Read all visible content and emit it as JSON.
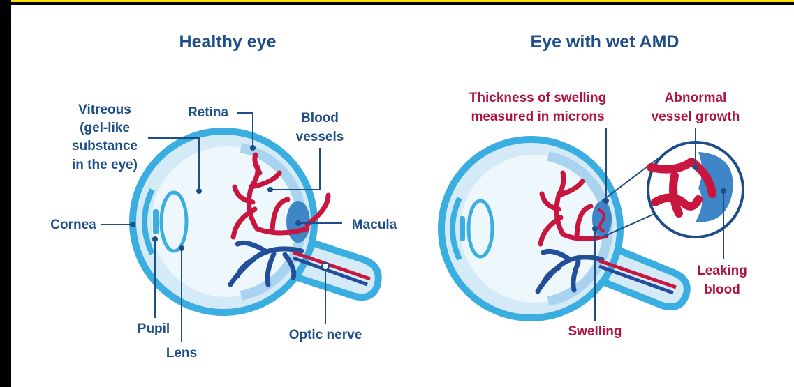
{
  "colors": {
    "label_blue": "#1d4e89",
    "label_red": "#b01342",
    "eye_outline": "#3aaee0",
    "eye_fill": "#d5eaf7",
    "vessel_red": "#c8163f",
    "vessel_blue": "#234e9a"
  },
  "healthy": {
    "title": "Healthy eye",
    "labels": {
      "vitreous": [
        "Vitreous",
        "(gel-like",
        "substance",
        "in the eye)"
      ],
      "retina": "Retina",
      "blood_vessels": [
        "Blood",
        "vessels"
      ],
      "cornea": "Cornea",
      "macula": "Macula",
      "pupil": "Pupil",
      "lens": "Lens",
      "optic_nerve": "Optic nerve"
    }
  },
  "amd": {
    "title": "Eye with wet AMD",
    "labels": {
      "thickness": [
        "Thickness of swelling",
        "measured in microns"
      ],
      "abnormal": [
        "Abnormal",
        "vessel growth"
      ],
      "leaking": [
        "Leaking",
        "blood"
      ],
      "swelling": "Swelling"
    }
  }
}
